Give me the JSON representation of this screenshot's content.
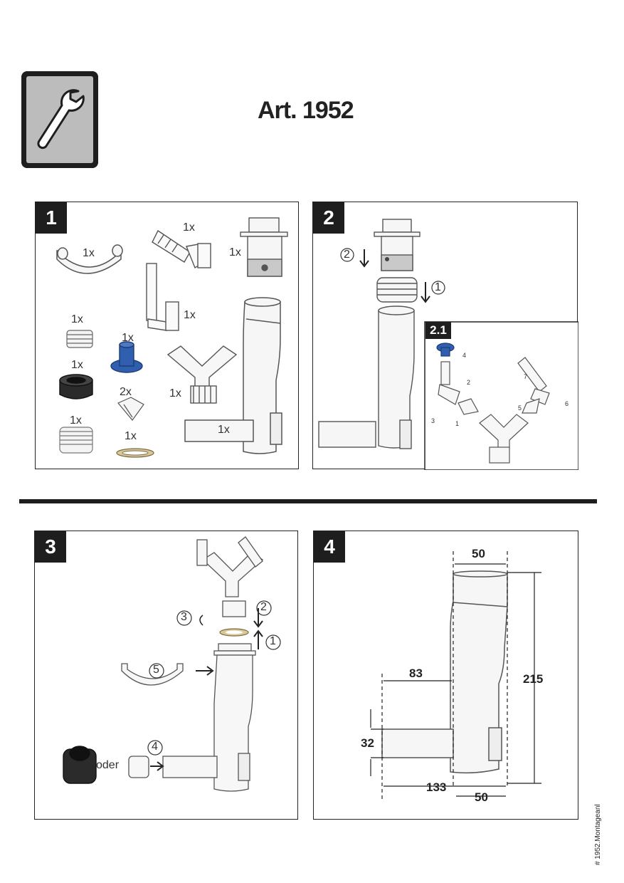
{
  "title": "Art. 1952",
  "footer_code": "# 1952.Montageanl",
  "icon": "wrench-icon",
  "colors": {
    "accent_blue": "#2f5fae",
    "gasket": "#d8c89a",
    "panel_border": "#222222",
    "badge": "#1e1e1e"
  },
  "panel1": {
    "number": "1",
    "labels": {
      "clip": "1x",
      "hose_top": "1x",
      "hose_mid": "1x",
      "adapter": "1x",
      "small_thread": "1x",
      "blue_cap": "1x",
      "black_reducer": "1x",
      "cones": "2x",
      "y_piece": "1x",
      "large_thread": "1x",
      "gasket": "1x",
      "pipe": "1x"
    }
  },
  "panel2": {
    "number": "2",
    "callout_a": "2",
    "callout_b": "1",
    "sub": {
      "number": "2.1",
      "callouts": [
        "1",
        "2",
        "3",
        "4",
        "5",
        "6",
        "7"
      ]
    }
  },
  "panel3": {
    "number": "3",
    "callouts": {
      "c1": "1",
      "c2": "2",
      "c3": "3",
      "c4": "4",
      "c5": "5"
    },
    "oder": "oder"
  },
  "panel4": {
    "number": "4",
    "dims": {
      "top": "50",
      "height": "215",
      "depth": "83",
      "pipe_dia": "32",
      "overall": "133",
      "bottom": "50"
    }
  }
}
